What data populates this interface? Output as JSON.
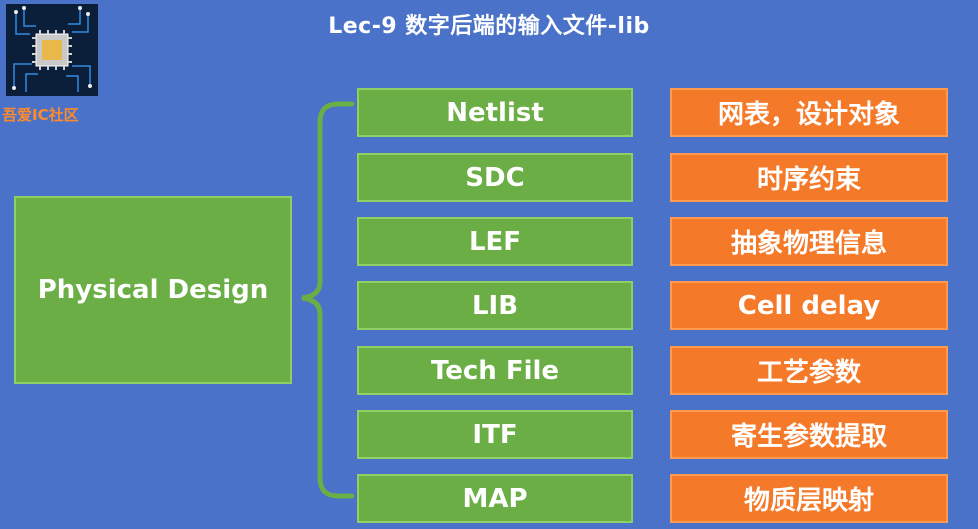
{
  "title": "Lec-9 数字后端的输入文件-lib",
  "logo": {
    "caption": "吾爱IC社区"
  },
  "main_box": {
    "label": "Physical Design"
  },
  "rows": [
    {
      "item": "Netlist",
      "desc": "网表，设计对象"
    },
    {
      "item": "SDC",
      "desc": "时序约束"
    },
    {
      "item": "LEF",
      "desc": "抽象物理信息"
    },
    {
      "item": "LIB",
      "desc": "Cell delay"
    },
    {
      "item": "Tech File",
      "desc": "工艺参数"
    },
    {
      "item": "ITF",
      "desc": "寄生参数提取"
    },
    {
      "item": "MAP",
      "desc": "物质层映射"
    }
  ],
  "colors": {
    "background": "#4a72c9",
    "green": "#6aae45",
    "orange": "#f47a2a",
    "caption": "#ff8a2a"
  }
}
